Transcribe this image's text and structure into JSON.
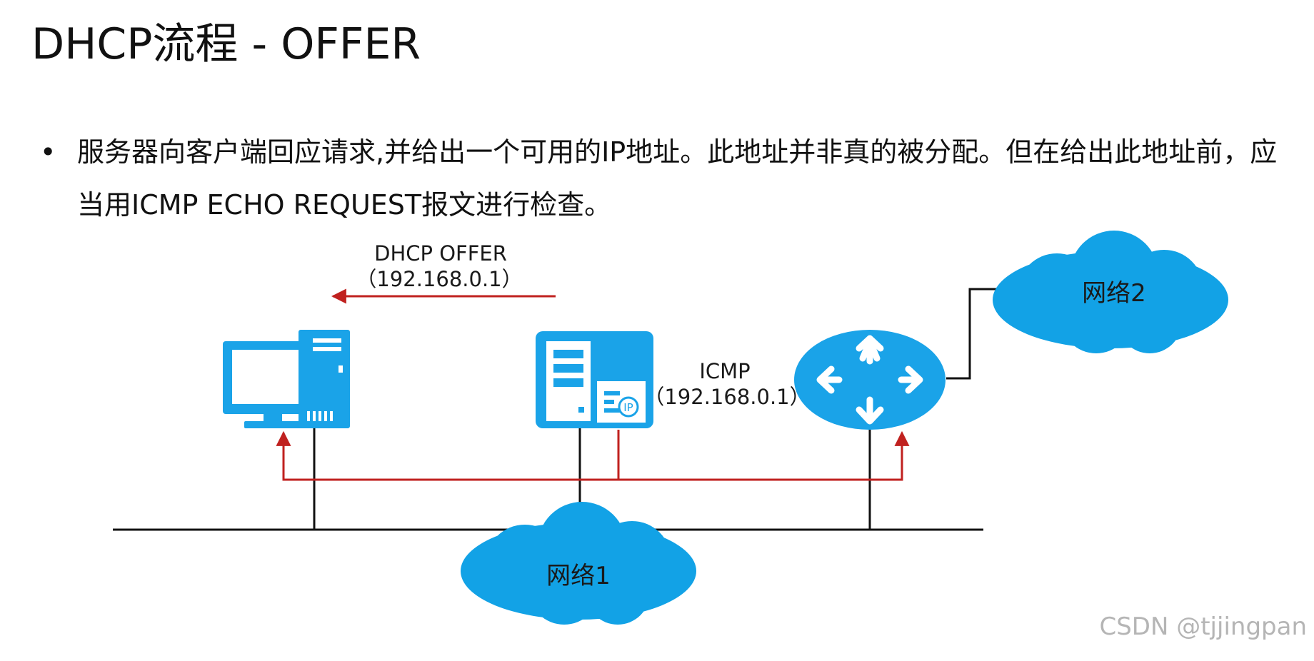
{
  "slide": {
    "title": "DHCP流程 - OFFER",
    "bullet": "服务器向客户端回应请求,并给出一个可用的IP地址。此地址并非真的被分配。但在给出此地址前，应当用ICMP ECHO REQUEST报文进行检查。"
  },
  "diagram": {
    "offer_label": "DHCP OFFER",
    "offer_ip": "（192.168.0.1）",
    "icmp_label": "ICMP",
    "icmp_ip": "（192.168.0.1）",
    "network1": "网络1",
    "network2": "网络2",
    "server_badge": "IP",
    "colors": {
      "device_blue": "#1aa3e8",
      "cloud_blue": "#12a2e6",
      "arrow_red": "#c0211f",
      "line_black": "#111111"
    },
    "icons": [
      "client-computer-icon",
      "dhcp-server-icon",
      "router-icon",
      "cloud-icon"
    ]
  },
  "watermark": "CSDN @tjjingpan"
}
